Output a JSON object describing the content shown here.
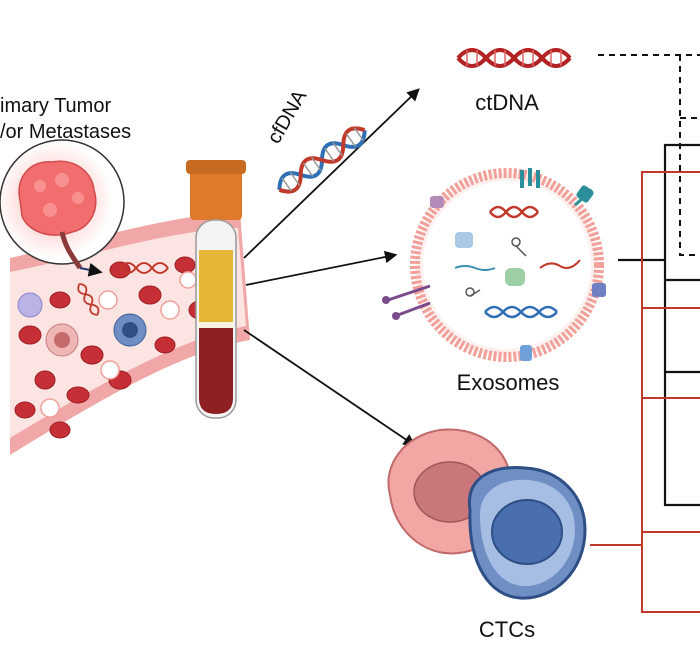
{
  "labels": {
    "tumor_line1": "imary Tumor",
    "tumor_line2": "/or Metastases",
    "cfdna": "cfDNA",
    "ctdna": "ctDNA",
    "exosomes": "Exosomes",
    "ctcs": "CTCs"
  },
  "colors": {
    "blood_cell": "#c62f35",
    "vessel_wall": "#f1a7a7",
    "vessel_lumen": "#fbe4e2",
    "tube_cap": "#e07a2a",
    "plasma": "#e5b737",
    "blood": "#8e1f22",
    "dna_red": "#c0392b",
    "dna_blue": "#2f6fb5",
    "tumor": "#f26d6d",
    "exosome_ring": "#f1a09a",
    "ctc_pink": "#f2a7a5",
    "ctc_blue": "#6f8fc4",
    "connector_black": "#111111",
    "connector_red": "#c0392b"
  },
  "icons": [
    "primary-tumor-icon",
    "blood-vessel-icon",
    "blood-tube-icon",
    "cfdna-helix-icon",
    "ctdna-helix-icon",
    "exosome-icon",
    "ctc-cell-icon"
  ]
}
